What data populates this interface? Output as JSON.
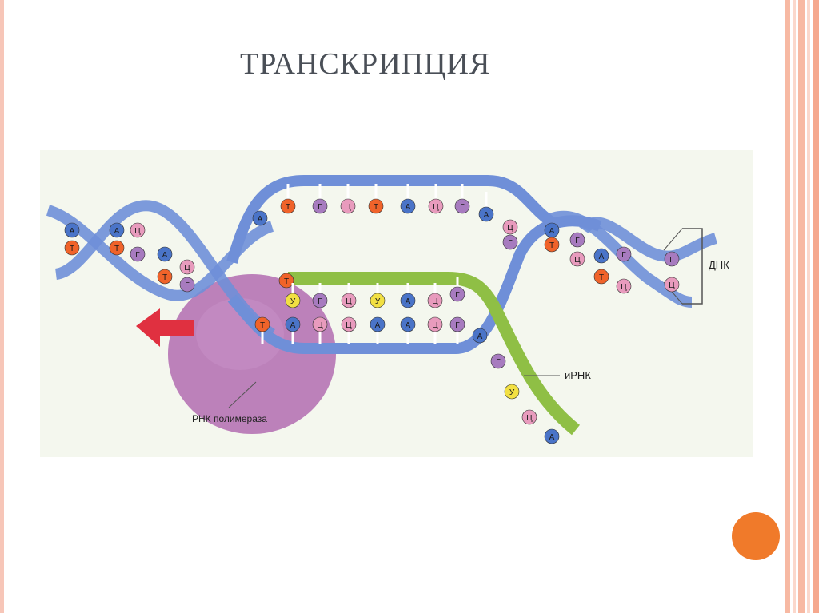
{
  "slide": {
    "title": "ТРАНСКРИПЦИЯ"
  },
  "diagram": {
    "label_dna": "ДНК",
    "label_mrna": "иРНК",
    "label_polymerase": "РНК полимераза",
    "nucleotide_colors": {
      "А": "#4a74c8",
      "Т": "#f0632a",
      "Г": "#a77bbf",
      "Ц": "#e89bbd",
      "У": "#f2e043"
    },
    "left_helix_pairs": [
      [
        "А",
        "Т"
      ],
      [
        "А",
        "Т"
      ],
      [
        "Ц",
        "Г"
      ],
      [
        "А",
        "Т"
      ],
      [
        "Ц",
        "Г"
      ]
    ],
    "top_strand": [
      "А",
      "Т",
      "Г",
      "Ц",
      "Т",
      "А",
      "Ц",
      "Г",
      "А",
      "Ц",
      "Г"
    ],
    "template_strand": [
      "Т",
      "А",
      "Ц",
      "Ц",
      "А",
      "А",
      "Ц",
      "Г"
    ],
    "mrna_in_bubble": [
      "Т",
      "У",
      "Г",
      "Ц",
      "У",
      "А",
      "Ц",
      "Г"
    ],
    "mrna_tail": [
      "А",
      "Г",
      "У",
      "Ц",
      "А"
    ],
    "right_helix_pairs": [
      [
        "А",
        "Т"
      ],
      [
        "Г",
        "Ц"
      ],
      [
        "А",
        "Т"
      ],
      [
        "Г",
        "Ц"
      ],
      [
        "Г",
        "Ц"
      ]
    ],
    "strand_color": "#6f8fd8",
    "rna_color": "#8fbf45",
    "polymerase_color": "#a85aa8",
    "arrow_color": "#e03040"
  }
}
